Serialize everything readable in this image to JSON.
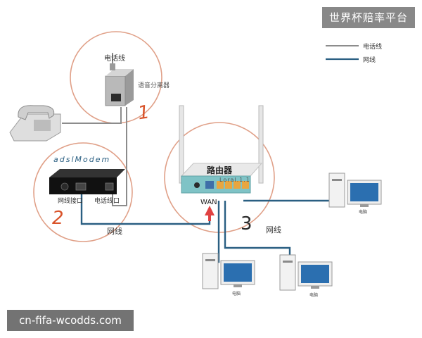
{
  "legend": {
    "phone_line_label": "电话线",
    "network_line_label": "网线"
  },
  "splitter": {
    "top_label": "电话线",
    "side_label": "语音分离器"
  },
  "modem": {
    "label": "adslModem",
    "port_network": "网线接口",
    "port_phone": "电话线口"
  },
  "router": {
    "title": "路由器",
    "ip_text": "Loral.1.1",
    "wan_label": "WAN"
  },
  "cables": {
    "network_line_mid": "网线",
    "network_line_right": "网线"
  },
  "pc_label": "电脑",
  "step_numbers": [
    "1",
    "2",
    "3"
  ],
  "watermarks": {
    "top": "世界杯赔率平台",
    "bottom": "cn-fifa-wcodds.com"
  },
  "colors": {
    "phone_line": "#8c8c8c",
    "network_line": "#2a5f82",
    "circle": "#e0a088",
    "step_number": "#d9532a",
    "router_body": "#7fc3c6",
    "arrow": "#e04242"
  }
}
